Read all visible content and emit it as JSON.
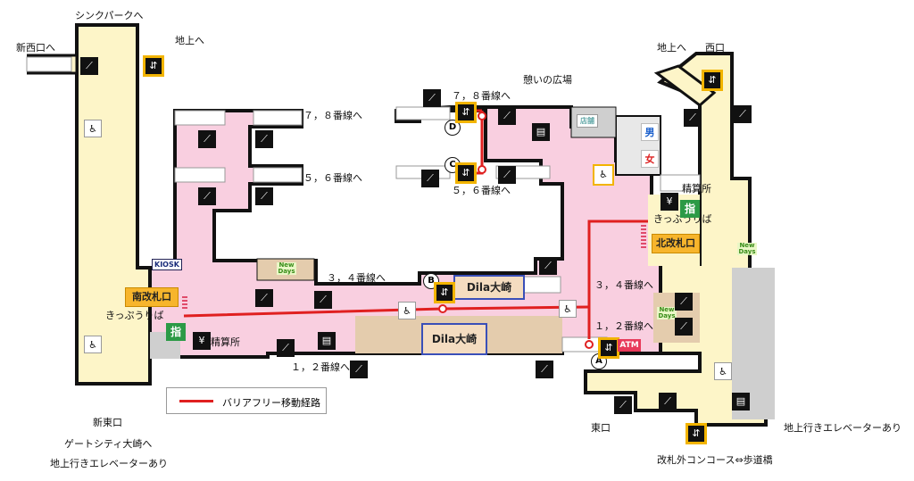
{
  "labels": {
    "think_park": "シンクパークへ",
    "shin_nishiguchi": "新西口へ",
    "chijo_left": "地上へ",
    "chijo_right": "地上へ",
    "nishiguchi": "西口",
    "ikoi": "憩いの広場",
    "line78_left": "７，８番線へ",
    "line78_center": "７，８番線へ",
    "line56_left": "５，６番線へ",
    "line56_center": "５，６番線へ",
    "line34_center": "３，４番線へ",
    "line34_right": "３，４番線へ",
    "line12_center": "１，２番線へ",
    "line12_right": "１，２番線へ",
    "seisanjo_right": "精算所",
    "seisanjo_left": "精算所",
    "kippu_right": "きっぷうりば",
    "kippu_left": "きっぷうりば",
    "higashiguchi": "東口",
    "chijo_elev_right": "地上行きエレベーターあり",
    "kaisatsu_concourse": "改札外コンコース⇔歩道橋",
    "shin_higashiguchi": "新東口",
    "gate_city": "ゲートシティ大崎へ",
    "chijo_elev_left": "地上行きエレベーターあり"
  },
  "gates": {
    "minami": "南改札口",
    "kita": "北改札口"
  },
  "shops": {
    "dila_upper": "Dila大崎",
    "dila_lower": "Dila大崎",
    "kiosk": "KIOSK",
    "newdays": "New Days",
    "tenpo": "店舗"
  },
  "points": [
    "A",
    "B",
    "C",
    "D"
  ],
  "icons": {
    "elevator": "エレベーター",
    "finger": "指",
    "atm": "ATM",
    "man": "男",
    "woman": "女"
  },
  "legend": {
    "label": "バリアフリー移動経路"
  },
  "colors": {
    "concourse_pink": "#f9cfe0",
    "outside_yellow": "#fdf5c8",
    "barrier_free_route": "#e02020",
    "gate_orange": "#f7b52c",
    "dila_blue": "#3a4fb8"
  }
}
